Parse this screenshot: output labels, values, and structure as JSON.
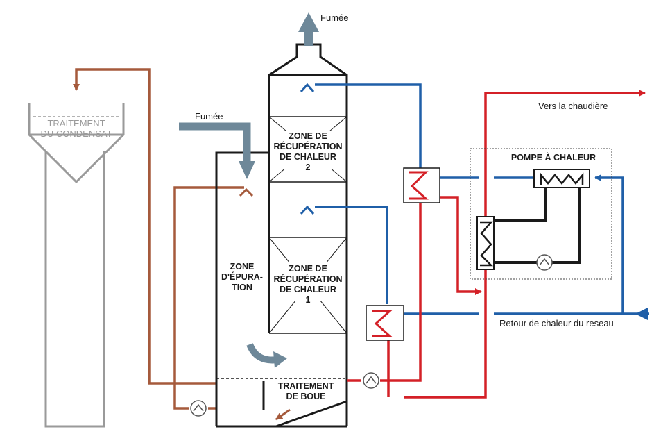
{
  "labels": {
    "smoke_out": "Fumée",
    "smoke_in": "Fumée",
    "condensate_line1": "TRAITEMENT",
    "condensate_line2": "DU CONDENSAT",
    "zone2_line1": "ZONE DE",
    "zone2_line2": "RÉCUPÉRATION",
    "zone2_line3": "DE CHALEUR",
    "zone2_line4": "2",
    "zone1_line1": "ZONE DE",
    "zone1_line2": "RÉCUPÉRATION",
    "zone1_line3": "DE CHALEUR",
    "zone1_line4": "1",
    "purification_line1": "ZONE",
    "purification_line2": "D'ÉPURA-",
    "purification_line3": "TION",
    "sludge_line1": "TRAITEMENT",
    "sludge_line2": "DE BOUE",
    "heat_pump": "POMPE À CHALEUR",
    "to_boiler": "Vers la chaudière",
    "network_return": "Retour de chaleur du reseau"
  },
  "colors": {
    "red": "#d42027",
    "blue": "#1f5fa8",
    "brown": "#a55a3c",
    "grey": "#9a9a9a",
    "smoke": "#6e8899",
    "black": "#1a1a1a"
  }
}
